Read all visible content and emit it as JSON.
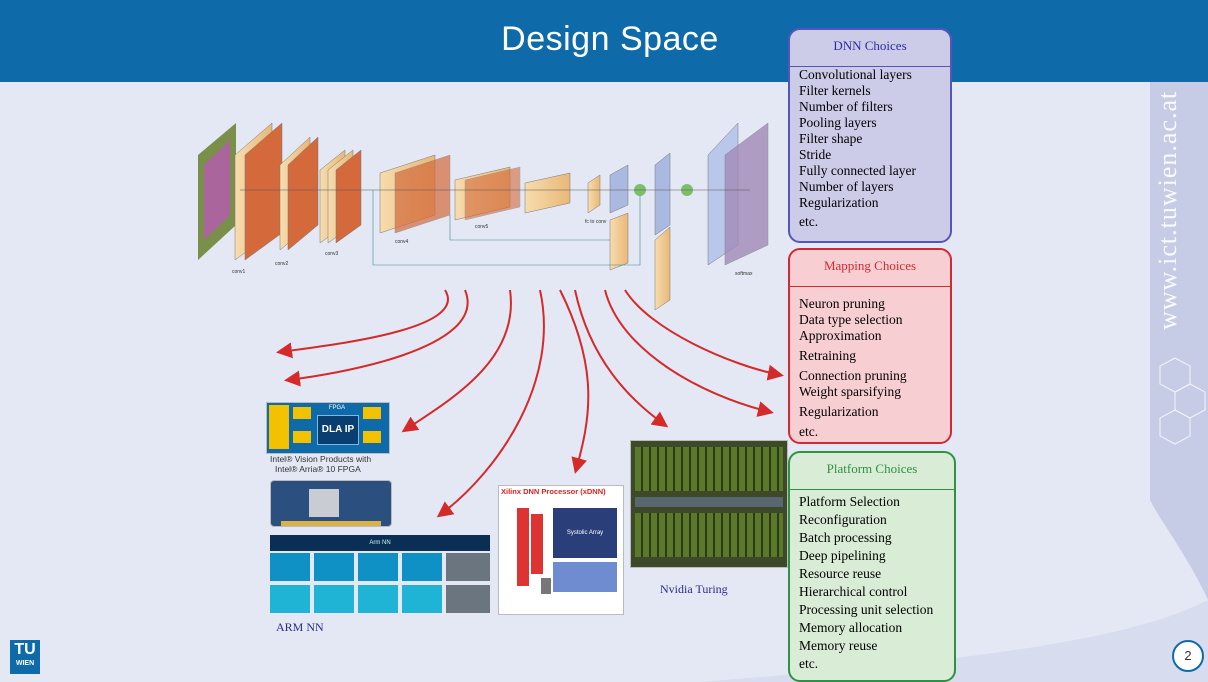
{
  "slide": {
    "title": "Design Space",
    "watermark": "www.ict.tuwien.ac.at",
    "page_number": "2",
    "logo_top": "TU",
    "logo_bottom": "WIEN"
  },
  "boxes": {
    "dnn": {
      "header": "DNN Choices",
      "items": [
        "Convolutional layers",
        "Filter kernels",
        "Number of filters",
        "Pooling layers",
        "Filter shape",
        "Stride",
        "Fully connected layer",
        "Number of layers",
        "Regularization",
        "etc."
      ]
    },
    "mapping": {
      "header": "Mapping Choices",
      "items": [
        "Neuron pruning",
        "Data type selection",
        "Approximation",
        "Retraining",
        "Connection pruning",
        "Weight sparsifying",
        "Regularization",
        "etc."
      ]
    },
    "platform": {
      "header": "Platform Choices",
      "items": [
        "Platform Selection",
        "Reconfiguration",
        "Batch processing",
        "Deep pipelining",
        "Resource reuse",
        "Hierarchical control",
        "Processing unit selection",
        "Memory allocation",
        "Memory reuse",
        "etc."
      ]
    }
  },
  "figures": {
    "intel_caption_1": "Intel® Vision Products with",
    "intel_caption_2": "Intel® Arria® 10 FPGA",
    "intel_chip": "DLA IP",
    "intel_fpga": "FPGA",
    "xilinx_title": "Xilinx DNN Processor (xDNN)",
    "xilinx_array": "Systolic Array",
    "nvidia_caption": "Nvidia Turing",
    "arm_caption": "ARM NN",
    "arm_header": "Arm NN",
    "net_labels": [
      "conv1",
      "conv2",
      "conv3",
      "conv4",
      "conv5",
      "fc to conv",
      "softmax"
    ]
  },
  "colors": {
    "title_band": "#0f6aa9",
    "arrow": "#d42a2a",
    "dnn_border": "#5656b8",
    "mapping_border": "#d02a33",
    "platform_border": "#2f9143"
  }
}
